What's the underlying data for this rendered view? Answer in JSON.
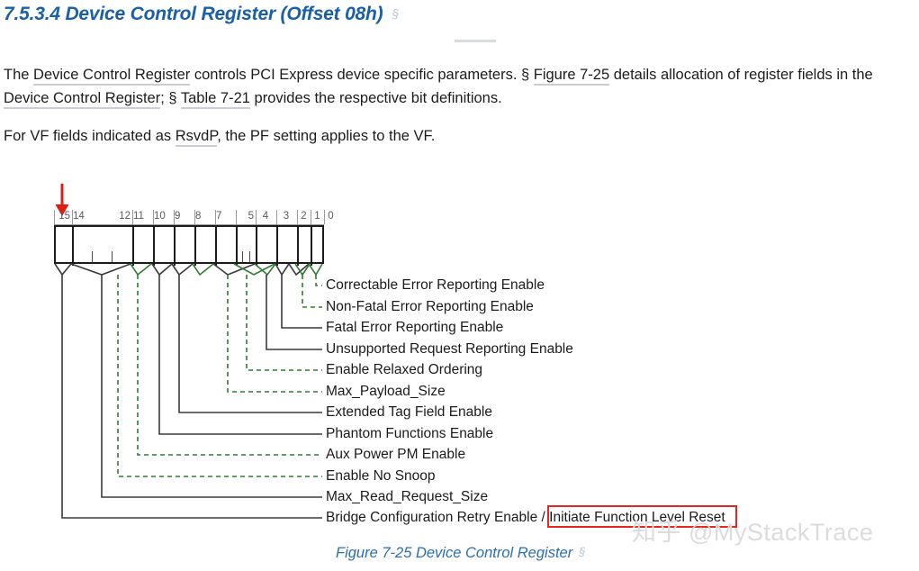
{
  "heading": {
    "text": "7.5.3.4 Device Control Register (Offset 08h)",
    "section_mark": "§",
    "color": "#1a5fa8"
  },
  "paragraphs": {
    "p1_a": "The ",
    "p1_x1": "Device Control Register",
    "p1_b": " controls PCI Express device specific parameters. § ",
    "p1_x2": "Figure 7-25",
    "p1_c": " details allocation of register fields in the ",
    "p1_x3": "Device Control Register",
    "p1_d": "; § ",
    "p1_x4": "Table 7-21",
    "p1_e": " provides the respective bit definitions.",
    "p2_a": "For VF fields indicated as ",
    "p2_x1": "RsvdP",
    "p2_b": ", the PF setting applies to the VF."
  },
  "figure": {
    "caption": "Figure 7-25 Device Control Register",
    "caption_section_mark": "§",
    "arrow": {
      "name": "red-down-arrow",
      "color": "#e01b10",
      "points_at_bit": "15"
    },
    "register": {
      "bit_labels": [
        "15",
        "14",
        "12",
        "11",
        "10",
        "9",
        "8",
        "7",
        "5",
        "4",
        "3",
        "2",
        "1",
        "0"
      ],
      "cells": [
        {
          "bits": "15",
          "label": "Bridge Configuration Retry Enable / Initiate Function Level Reset",
          "style": "solid"
        },
        {
          "bits": "14:12",
          "label": "Max_Read_Request_Size",
          "style": "solid"
        },
        {
          "bits": "11",
          "label": "Enable No Snoop",
          "style": "dashed"
        },
        {
          "bits": "10",
          "label": "Aux Power PM Enable",
          "style": "dashed"
        },
        {
          "bits": "9",
          "label": "Phantom Functions Enable",
          "style": "solid"
        },
        {
          "bits": "8",
          "label": "Extended Tag Field Enable",
          "style": "solid"
        },
        {
          "bits": "7:5",
          "label": "Max_Payload_Size",
          "style": "dashed"
        },
        {
          "bits": "4",
          "label": "Enable Relaxed Ordering",
          "style": "dashed"
        },
        {
          "bits": "3",
          "label": "Unsupported Request Reporting Enable",
          "style": "solid"
        },
        {
          "bits": "2",
          "label": "Fatal Error Reporting Enable",
          "style": "solid"
        },
        {
          "bits": "1",
          "label": "Non-Fatal Error Reporting Enable",
          "style": "dashed"
        },
        {
          "bits": "0",
          "label": "Correctable Error Reporting Enable",
          "style": "dashed"
        }
      ],
      "labels_top_to_bottom": [
        "Correctable Error Reporting Enable",
        "Non-Fatal Error Reporting Enable",
        "Fatal Error Reporting Enable",
        "Unsupported Request Reporting Enable",
        "Enable Relaxed Ordering",
        "Max_Payload_Size",
        "Extended Tag Field Enable",
        "Phantom Functions Enable",
        "Aux Power PM Enable",
        "Enable No Snoop",
        "Max_Read_Request_Size",
        "Bridge Configuration Retry Enable / Initiate Function Level Reset"
      ],
      "highlight": {
        "text": "Initiate Function Level Reset",
        "box_color": "#e8251f"
      },
      "line_colors": {
        "solid": "#3a3a3a",
        "dashed": "#2e7d32"
      }
    }
  },
  "watermark": {
    "text": "知乎 @MyStackTrace",
    "color": "#dcdcdc"
  }
}
